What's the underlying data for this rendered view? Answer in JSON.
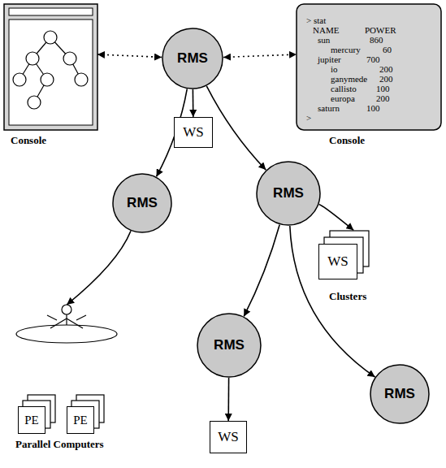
{
  "diagram": {
    "nodes": [
      {
        "text": [
          "Console"
        ]
      },
      {
        "text": [
          "RMS"
        ]
      },
      {
        "text": [
          "Console",
          "> stat",
          "NAME",
          "POWER",
          "sun",
          "860",
          "mercury",
          "60",
          "jupiter",
          "700",
          "io",
          "200",
          "ganymede",
          "200",
          "callisto",
          "100",
          "europa",
          "200",
          "saturn",
          "100",
          ">"
        ]
      },
      {
        "text": [
          "RMS"
        ]
      },
      {
        "text": [
          "WS"
        ]
      },
      {
        "text": [
          "RMS"
        ]
      },
      {
        "text": [
          "WS",
          "Clusters"
        ]
      },
      {
        "text": [
          "Parallel Computers"
        ]
      },
      {
        "text": [
          "PE"
        ],
        "in": 7
      },
      {
        "text": [
          "PE"
        ],
        "in": 7
      },
      {
        "text": [
          "RMS"
        ]
      },
      {
        "text": [
          "RMS"
        ]
      },
      {
        "text": [
          "WS"
        ]
      }
    ],
    "edges": [
      {
        "from": 0,
        "to": 1,
        "arrow": "both"
      },
      {
        "from": 1,
        "to": 2,
        "arrow": "both"
      },
      {
        "from": 1,
        "to": 3,
        "arrow": "to"
      },
      {
        "from": 1,
        "to": 4,
        "arrow": "to"
      },
      {
        "from": 1,
        "to": 5,
        "arrow": "to"
      },
      {
        "from": 3,
        "to": 7,
        "arrow": "to"
      },
      {
        "from": 5,
        "to": 6,
        "arrow": "to"
      },
      {
        "from": 5,
        "to": 10,
        "arrow": "to"
      },
      {
        "from": 5,
        "to": 11,
        "arrow": "to"
      },
      {
        "from": 10,
        "to": 12,
        "arrow": "to"
      }
    ]
  }
}
